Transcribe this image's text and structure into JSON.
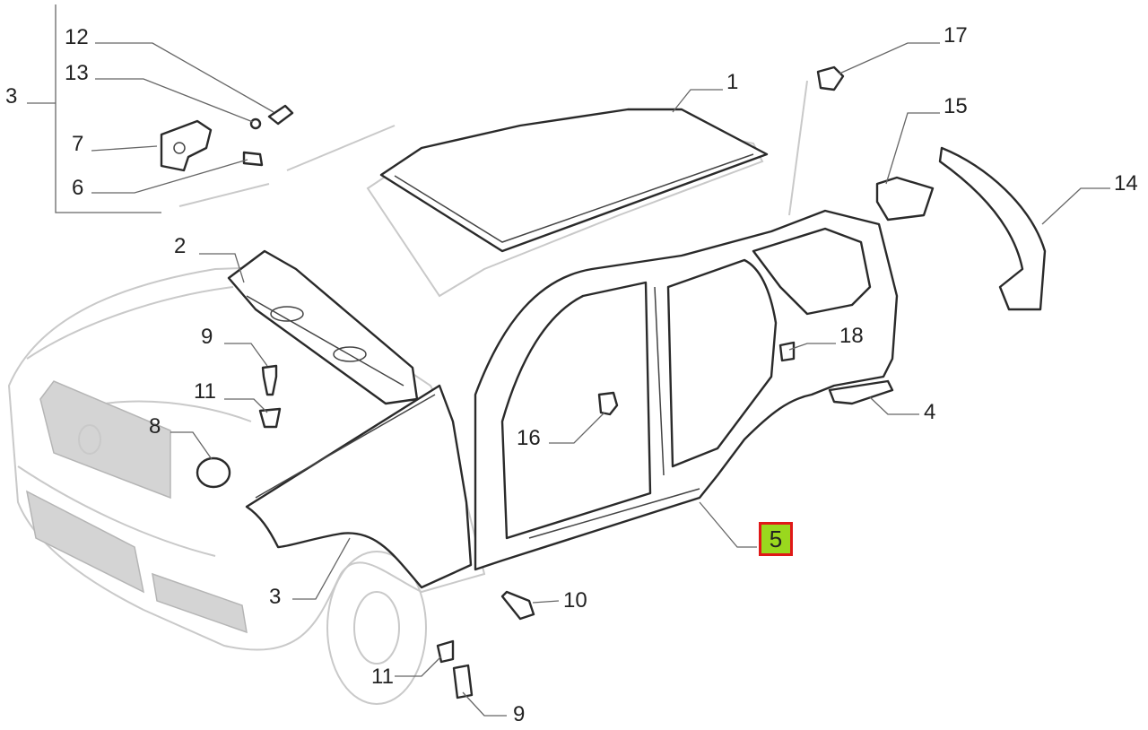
{
  "callouts": [
    {
      "id": "12",
      "label": "12"
    },
    {
      "id": "13",
      "label": "13"
    },
    {
      "id": "3-top",
      "label": "3"
    },
    {
      "id": "7",
      "label": "7"
    },
    {
      "id": "6",
      "label": "6"
    },
    {
      "id": "2",
      "label": "2"
    },
    {
      "id": "9-top",
      "label": "9"
    },
    {
      "id": "11-top",
      "label": "11"
    },
    {
      "id": "8",
      "label": "8"
    },
    {
      "id": "1",
      "label": "1"
    },
    {
      "id": "17",
      "label": "17"
    },
    {
      "id": "15",
      "label": "15"
    },
    {
      "id": "14",
      "label": "14"
    },
    {
      "id": "18",
      "label": "18"
    },
    {
      "id": "4",
      "label": "4"
    },
    {
      "id": "16",
      "label": "16"
    },
    {
      "id": "3-bottom",
      "label": "3"
    },
    {
      "id": "10",
      "label": "10"
    },
    {
      "id": "11-bottom",
      "label": "11"
    },
    {
      "id": "9-bottom",
      "label": "9"
    }
  ],
  "highlighted_callout": {
    "id": "5",
    "label": "5",
    "fill_color": "#9ad81e",
    "border_color": "#e01818"
  }
}
